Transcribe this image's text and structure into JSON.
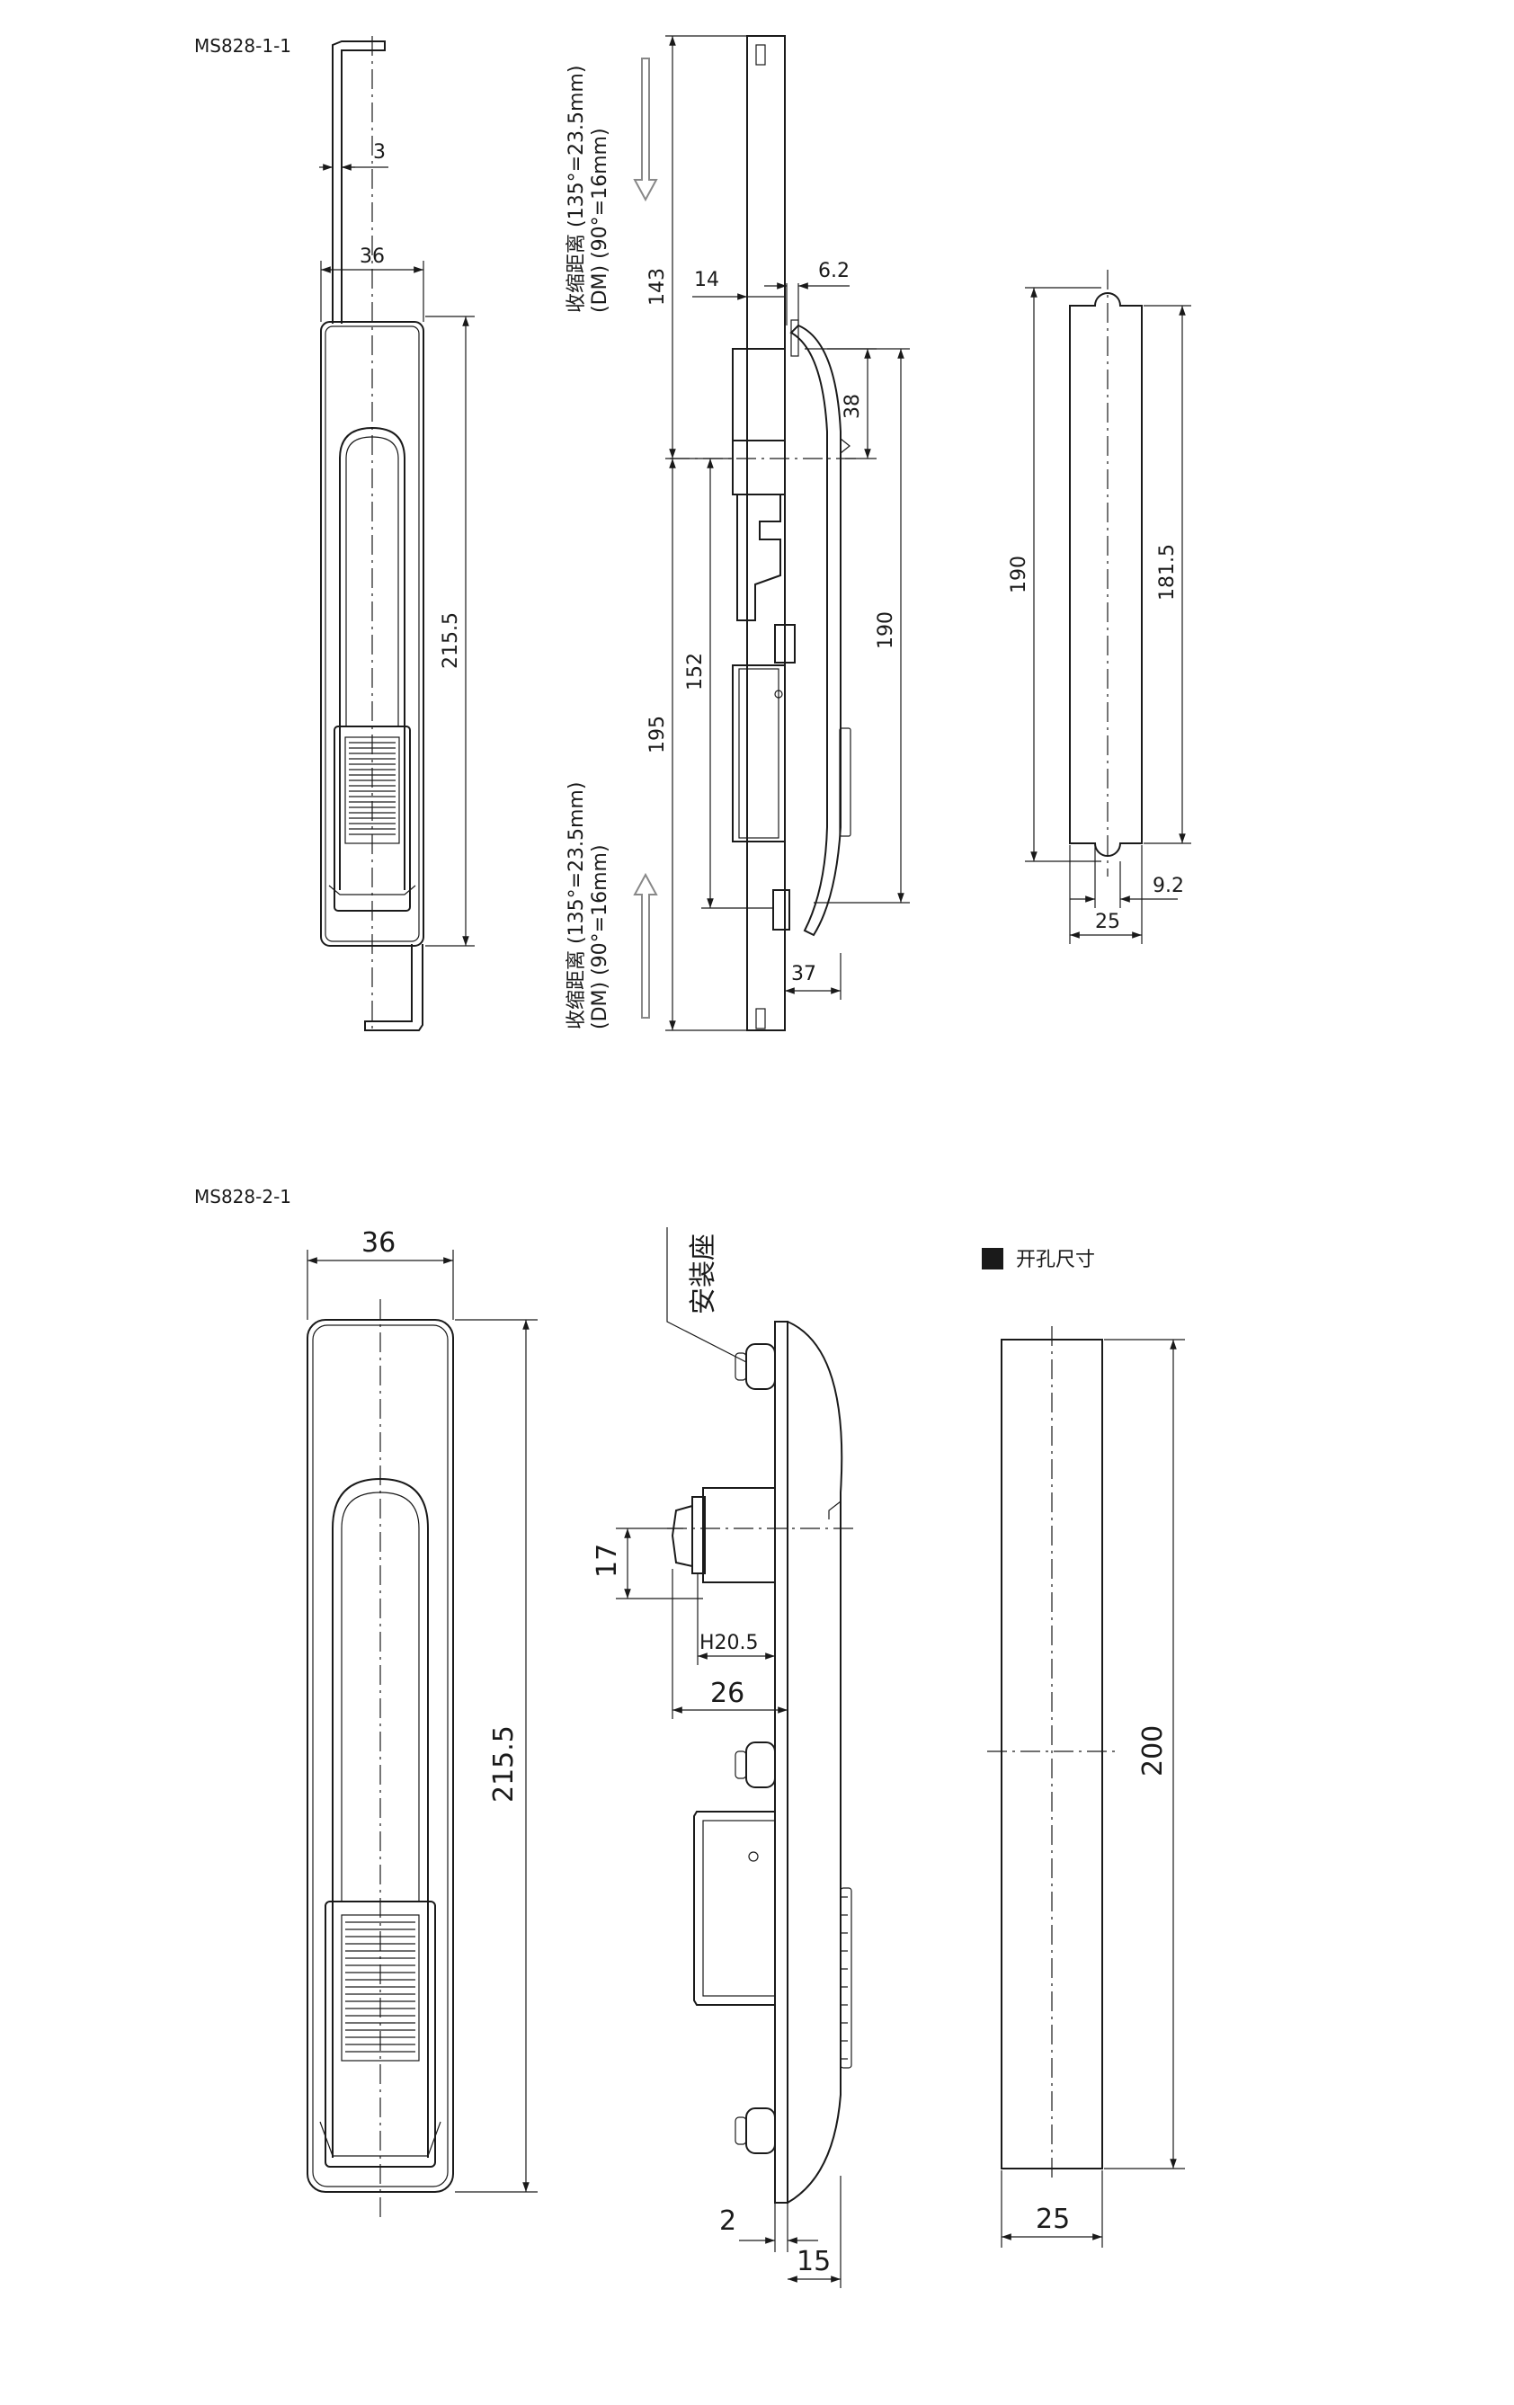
{
  "models": {
    "top": "MS828-1-1",
    "bottom": "MS828-2-1"
  },
  "top": {
    "front": {
      "dim_gap": "3",
      "dim_width": "36",
      "dim_height": "215.5"
    },
    "side": {
      "dim_top_length": "143",
      "dim_14": "14",
      "dim_6_2": "6.2",
      "dim_38": "38",
      "dim_152": "152",
      "dim_195": "195",
      "dim_190": "190",
      "dim_37": "37",
      "retract_label": "收缩距离 (135°=23.5mm)",
      "retract_label_2": "(DM)      (90°=16mm)"
    },
    "cutout": {
      "dim_190": "190",
      "dim_181_5": "181.5",
      "dim_9_2": "9.2",
      "dim_25": "25"
    }
  },
  "bottom": {
    "front": {
      "dim_width": "36",
      "dim_height": "215.5"
    },
    "side": {
      "mount_label": "安装座",
      "dim_17": "17",
      "dim_h20_5": "H20.5",
      "dim_26": "26",
      "dim_2": "2",
      "dim_15": "15"
    },
    "cutout": {
      "legend_label": "开孔尺寸",
      "dim_200": "200",
      "dim_25": "25"
    }
  }
}
